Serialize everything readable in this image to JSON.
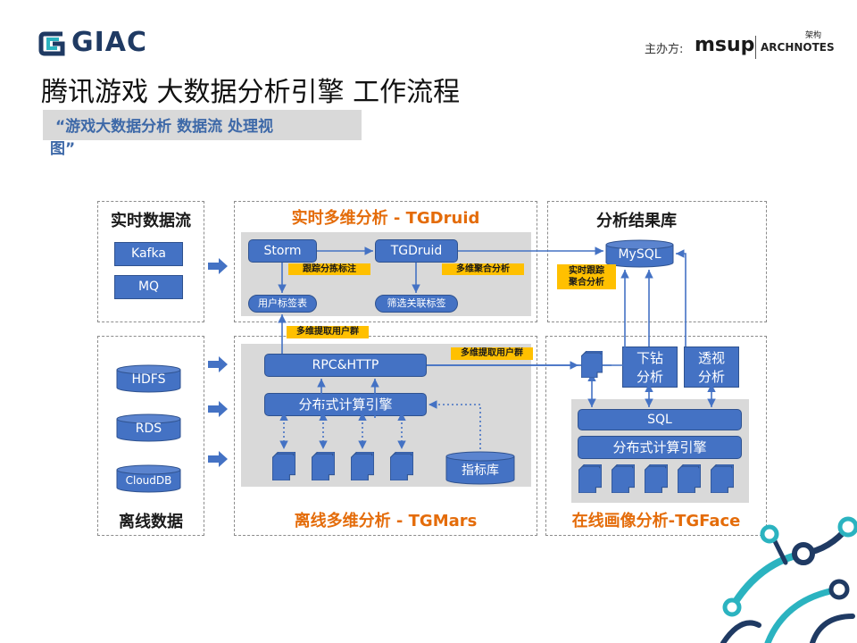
{
  "header": {
    "logo_text": "GIAC",
    "sponsor_label": "主办方:",
    "sponsor_brand": "msup",
    "sponsor_partner": "ARCHNOTES",
    "sponsor_partner_cn": "架构"
  },
  "slide": {
    "title": "腾讯游戏 大数据分析引擎 工作流程",
    "subtitle_line1": "“游戏大数据分析 数据流 处理视",
    "subtitle_line2": "图”"
  },
  "panels": {
    "realtime_stream": {
      "title": "实时数据流",
      "items": [
        "Kafka",
        "MQ"
      ]
    },
    "tgdruid": {
      "title": "实时多维分析 - TGDruid",
      "storm": "Storm",
      "tgdruid": "TGDruid",
      "tag_tracking": "跟踪分拣标注",
      "tag_agg": "多维聚合分析",
      "user_tag_table": "用户标签表",
      "filter_tag": "筛选关联标签"
    },
    "result_db": {
      "title": "分析结果库",
      "mysql": "MySQL",
      "tag_realtime": "实时跟踪\n聚合分析"
    },
    "offline": {
      "title": "离线数据",
      "items": [
        "HDFS",
        "RDS",
        "CloudDB"
      ]
    },
    "tgmars": {
      "title": "离线多维分析 - TGMars",
      "rpc": "RPC&HTTP",
      "engine": "分布式计算引擎",
      "metric_db": "指标库",
      "tag_extract_users_1": "多维提取用户群",
      "tag_extract_users_2": "多维提取用户群"
    },
    "tgface": {
      "title": "在线画像分析-TGFace",
      "drill": "下钻\n分析",
      "pivot": "透视\n分析",
      "sql": "SQL",
      "engine": "分布式计算引擎"
    }
  },
  "colors": {
    "accent_blue": "#4472c4",
    "title_orange": "#e46c0a",
    "tag_yellow": "#ffc000",
    "area_gray": "#d9d9d9",
    "logo_teal": "#2bb3c0"
  }
}
